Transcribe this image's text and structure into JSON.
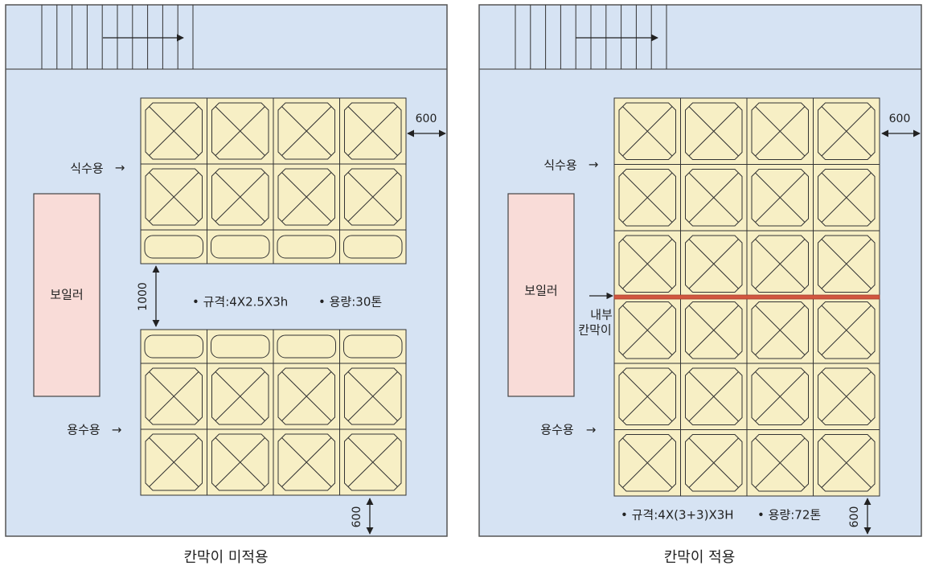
{
  "colors": {
    "room_fill": "#d6e3f3",
    "room_stroke": "#555555",
    "tank_fill": "#f7efc5",
    "tank_stroke": "#333333",
    "boiler_fill": "#f9dcd8",
    "partition": "#d2563f",
    "arrow": "#222222"
  },
  "left": {
    "caption": "칸막이 미적용",
    "boiler": "보일러",
    "drinking": "식수용",
    "utility": "용수용",
    "gap_dim": "1000",
    "side_dim": "600",
    "bottom_dim": "600",
    "spec": "• 규격:4X2.5X3h",
    "capacity": "• 용량:30톤",
    "label_arrow": "→"
  },
  "right": {
    "caption": "칸막이 적용",
    "boiler": "보일러",
    "drinking": "식수용",
    "utility": "용수용",
    "partition_label_1": "내부",
    "partition_label_2": "칸막이",
    "side_dim": "600",
    "bottom_dim": "600",
    "spec": "• 규격:4X(3+3)X3H",
    "capacity": "• 용량:72톤",
    "label_arrow": "→"
  }
}
